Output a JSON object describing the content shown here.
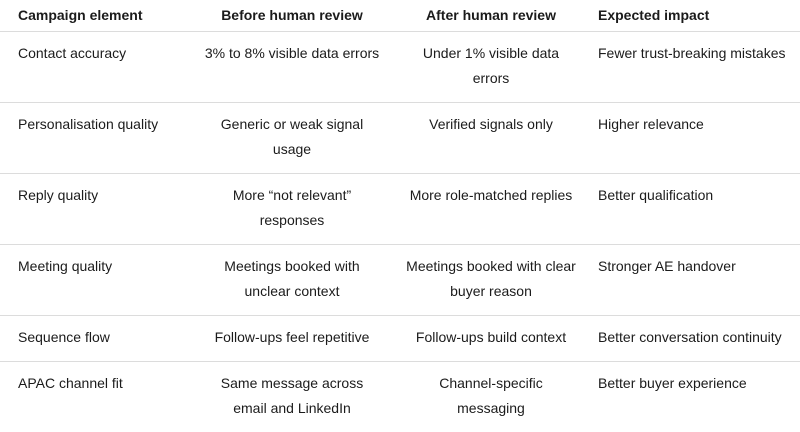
{
  "table": {
    "headers": {
      "element": "Campaign element",
      "before": "Before human review",
      "after": "After human review",
      "impact": "Expected impact"
    },
    "rows": [
      {
        "element": "Contact accuracy",
        "before": "3% to 8% visible data errors",
        "after": "Under 1% visible data errors",
        "impact": "Fewer trust-breaking mistakes"
      },
      {
        "element": "Personalisation quality",
        "before": "Generic or weak signal usage",
        "after": "Verified signals only",
        "impact": "Higher relevance"
      },
      {
        "element": "Reply quality",
        "before": "More “not relevant” responses",
        "after": "More role-matched replies",
        "impact": "Better qualification"
      },
      {
        "element": "Meeting quality",
        "before": "Meetings booked with unclear context",
        "after": "Meetings booked with clear buyer reason",
        "impact": "Stronger AE handover"
      },
      {
        "element": "Sequence flow",
        "before": "Follow-ups feel repetitive",
        "after": "Follow-ups build context",
        "impact": "Better conversation continuity"
      },
      {
        "element": "APAC channel fit",
        "before": "Same message across email and LinkedIn",
        "after": "Channel-specific messaging",
        "impact": "Better buyer experience"
      }
    ]
  },
  "colors": {
    "text": "#1b1b1b",
    "divider": "#dcdcdc",
    "background": "#ffffff"
  }
}
